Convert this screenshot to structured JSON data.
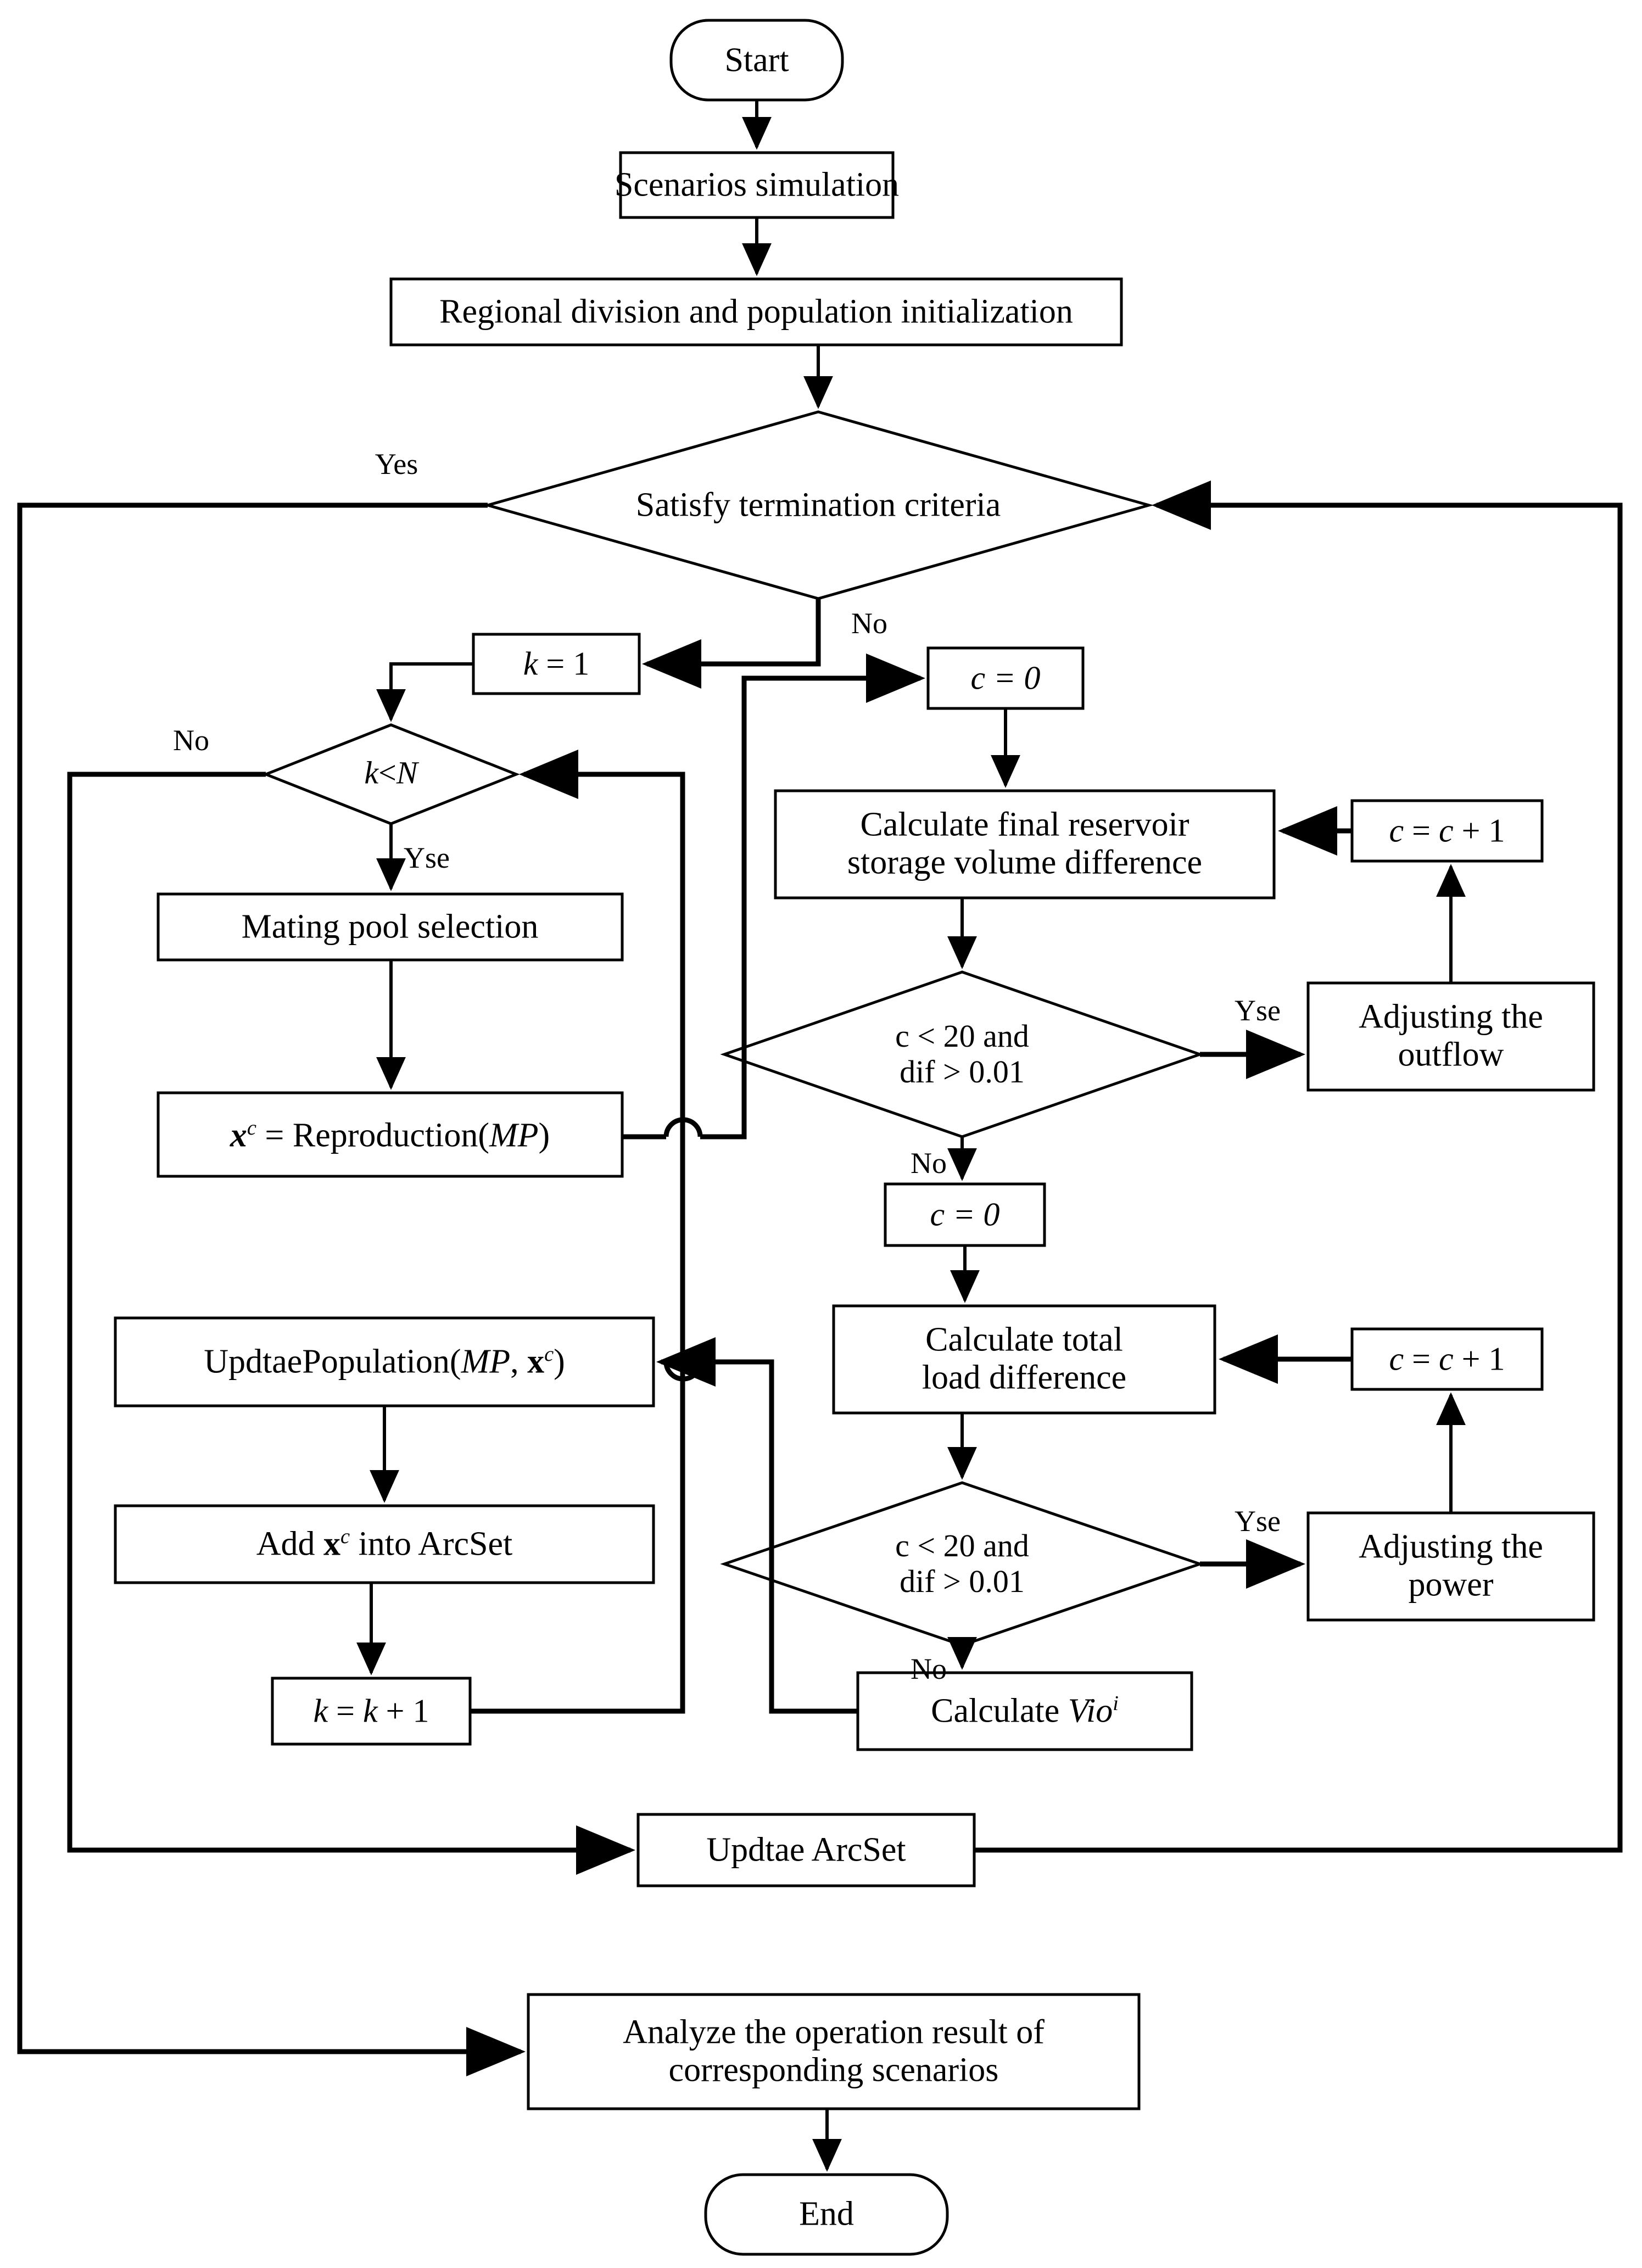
{
  "diagram": {
    "title": "Algorithm flowchart for multi-scenario reservoir operation optimization",
    "type": "flowchart",
    "line_color": "#000000",
    "fill_color": "#ffffff",
    "nodes": [
      {
        "id": "start",
        "shape": "terminator",
        "label": "Start"
      },
      {
        "id": "scenarios",
        "shape": "process",
        "label": "Scenarios simulation"
      },
      {
        "id": "regional",
        "shape": "process",
        "label": "Regional division and population initialization"
      },
      {
        "id": "satisfy",
        "shape": "decision",
        "label": "Satisfy termination criteria"
      },
      {
        "id": "k1",
        "shape": "process",
        "label_html": "<span class=\"it\">k</span> = 1"
      },
      {
        "id": "kltn",
        "shape": "decision",
        "label_html": "<span class=\"it\">k</span>&lt;<span class=\"it\">N</span>"
      },
      {
        "id": "mating",
        "shape": "process",
        "label": "Mating pool selection"
      },
      {
        "id": "reprod",
        "shape": "process",
        "label_html": "<span class=\"bi\">x</span><sup>c</sup> = Reproduction(<span class=\"it\">MP</span>)"
      },
      {
        "id": "updpop",
        "shape": "process",
        "label_html": "UpdtaePopulation(<span class=\"it\">MP</span>, <span class=\"bd\">x</span><sup>c</sup>)"
      },
      {
        "id": "addarc",
        "shape": "process",
        "label_html": "Add <span class=\"bd\">x</span><sup>c</sup> into ArcSet"
      },
      {
        "id": "kinc",
        "shape": "process",
        "label_html": "<span class=\"it\">k</span> = <span class=\"it\">k</span> + 1"
      },
      {
        "id": "c0a",
        "shape": "process",
        "label_html": "<span class=\"it\">c = 0</span>"
      },
      {
        "id": "calcres",
        "shape": "process",
        "label": "Calculate final reservoir\nstorage volume difference"
      },
      {
        "id": "cinc1",
        "shape": "process",
        "label_html": "<span class=\"it\">c</span> = <span class=\"it\">c</span> + 1"
      },
      {
        "id": "dec1",
        "shape": "decision",
        "label": "c < 20 and\ndif > 0.01"
      },
      {
        "id": "adjout",
        "shape": "process",
        "label": "Adjusting the\noutflow"
      },
      {
        "id": "c0b",
        "shape": "process",
        "label_html": "<span class=\"it\">c = 0</span>"
      },
      {
        "id": "calcload",
        "shape": "process",
        "label": "Calculate total\nload difference"
      },
      {
        "id": "cinc2",
        "shape": "process",
        "label_html": "<span class=\"it\">c</span> = <span class=\"it\">c</span> + 1"
      },
      {
        "id": "dec2",
        "shape": "decision",
        "label": "c < 20 and\ndif > 0.01"
      },
      {
        "id": "adjpow",
        "shape": "process",
        "label": "Adjusting the\npower"
      },
      {
        "id": "calcvio",
        "shape": "process",
        "label_html": "Calculate <span class=\"it\">Vio</span><sup>i</sup>"
      },
      {
        "id": "updarc",
        "shape": "process",
        "label": "Updtae ArcSet"
      },
      {
        "id": "analyze",
        "shape": "process",
        "label": "Analyze the operation result of\ncorresponding scenarios"
      },
      {
        "id": "end",
        "shape": "terminator",
        "label": "End"
      }
    ],
    "edge_labels": [
      {
        "id": "yes-satisfy",
        "text": "Yes"
      },
      {
        "id": "no-satisfy",
        "text": "No"
      },
      {
        "id": "no-kltn",
        "text": "No"
      },
      {
        "id": "yse-kltn",
        "text": "Yse"
      },
      {
        "id": "yse-dec1",
        "text": "Yse"
      },
      {
        "id": "no-dec1",
        "text": "No"
      },
      {
        "id": "yse-dec2",
        "text": "Yse"
      },
      {
        "id": "no-dec2",
        "text": "No"
      }
    ]
  }
}
